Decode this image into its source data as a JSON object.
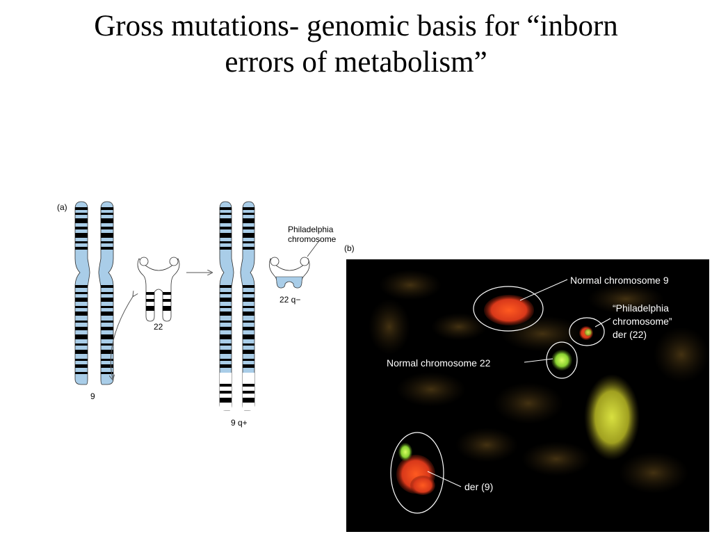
{
  "slide": {
    "title_line1": "Gross mutations- genomic basis for “inborn",
    "title_line2": "errors of metabolism”"
  },
  "panel_a": {
    "panel_label": "(a)",
    "chr9_label": "9",
    "chr22_label": "22",
    "chr9q_label": "9 q+",
    "chr22q_label": "22 q−",
    "ph_label_line1": "Philadelphia",
    "ph_label_line2": "chromosome"
  },
  "panel_b": {
    "panel_label": "(b)",
    "normal9_label": "Normal chromosome 9",
    "ph_line1": "“Philadelphia",
    "ph_line2": "chromosome”",
    "ph_line3": "der (22)",
    "normal22_label": "Normal chromosome 22",
    "der9_label": "der (9)"
  },
  "colors": {
    "chromatid_blue": "#a9cde8",
    "band_black": "#000000",
    "photo_bg": "#000000",
    "signal_red": "#e8401a",
    "signal_green": "#9ee23a"
  }
}
